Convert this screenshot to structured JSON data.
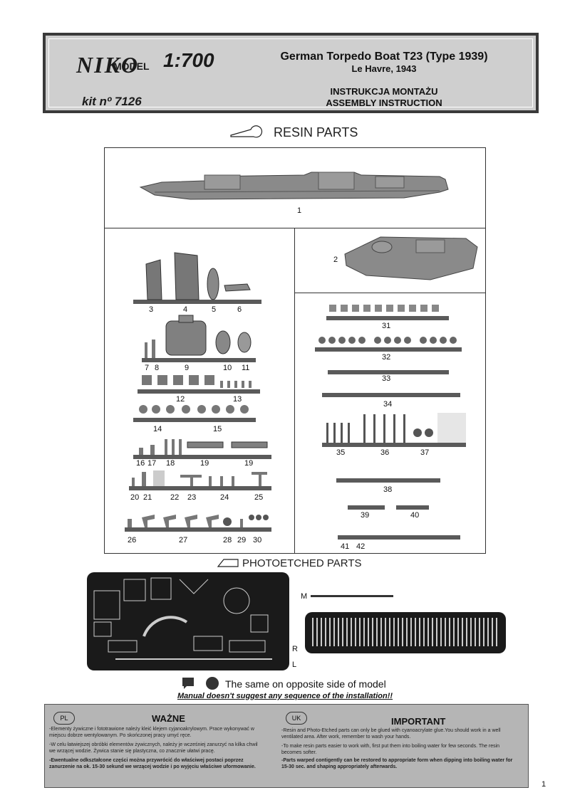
{
  "header": {
    "brand": "NIKO",
    "brand_sub": "MODEL",
    "scale": "1:700",
    "kit_number": "kit nº 7126",
    "title": "German Torpedo Boat T23 (Type 1939)",
    "subtitle": "Le Havre, 1943",
    "instruction_pl": "INSTRUKCJA MONTAŻU",
    "instruction_en": "ASSEMBLY INSTRUCTION"
  },
  "sections": {
    "resin": "RESIN PARTS",
    "photoetched": "PHOTOETCHED PARTS"
  },
  "part_labels": {
    "p1": "1",
    "p2": "2",
    "p3": "3",
    "p4": "4",
    "p5": "5",
    "p6": "6",
    "p7": "7",
    "p8": "8",
    "p9": "9",
    "p10": "10",
    "p11": "11",
    "p12": "12",
    "p13": "13",
    "p14": "14",
    "p15": "15",
    "p16": "16",
    "p17": "17",
    "p18": "18",
    "p19a": "19",
    "p19b": "19",
    "p20": "20",
    "p21": "21",
    "p22": "22",
    "p23": "23",
    "p24": "24",
    "p25": "25",
    "p26": "26",
    "p27": "27",
    "p28": "28",
    "p29": "29",
    "p30": "30",
    "p31": "31",
    "p32": "32",
    "p33": "33",
    "p34": "34",
    "p35": "35",
    "p36": "36",
    "p37": "37",
    "p38": "38",
    "p39": "39",
    "p40": "40",
    "p41": "41",
    "p42": "42"
  },
  "pe_labels": {
    "m": "M",
    "r": "R",
    "l": "L"
  },
  "note_opposite": "The same on opposite side of model",
  "note_sequence": "Manual doesn't suggest any sequence of the installation!!",
  "important_pl": {
    "badge": "PL",
    "heading": "WAŻNE",
    "p1": "-Elementy żywiczne i fototrawione należy kleić klejem cyjanoakrylowym. Prace wykonywać w miejscu dobrze wentylowanym. Po skończonej pracy umyć ręce.",
    "p2": "-W celu łatwiejszej obróbki elementów żywicznych, należy je wcześniej zanurzyć na kilka chwil we wrzącej wodzie. Żywica stanie się plastyczna, co znacznie ułatwi pracę.",
    "p3": "-Ewentualne odkształcone części można przywrócić do właściwej postaci poprzez zanurzenie na ok. 15-30 sekund we wrzącej wodzie i po wyjęciu właściwe uformowanie."
  },
  "important_en": {
    "badge": "UK",
    "heading": "IMPORTANT",
    "p1": "-Resin and Photo-Etched parts can only be glued with cyanoacrylate glue.You should work in a well ventilated area. After work, remember to wash your hands.",
    "p2": "-To make resin parts easier to work with, first put them into boiling water for few seconds. The resin becomes softer.",
    "p3": "-Parts warped contigently can be restored to appropriate form when dipping into boiling water for 15-30 sec. and shaping appropriately afterwards."
  },
  "page_number": "1"
}
